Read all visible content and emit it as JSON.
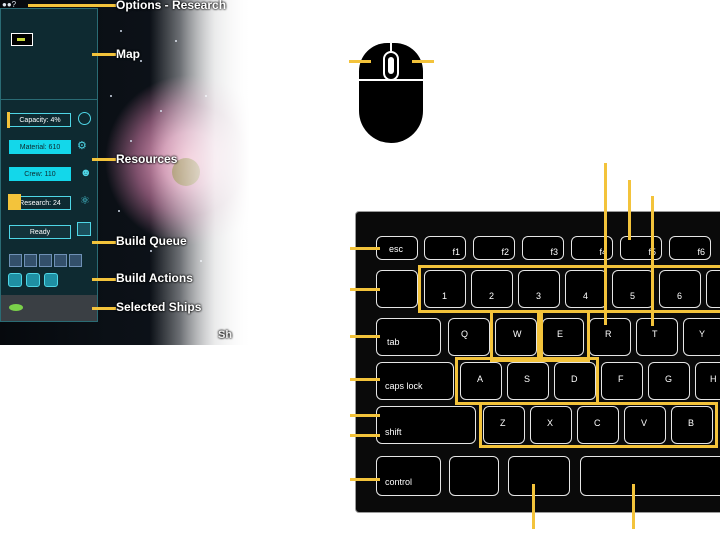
{
  "labels": {
    "options": "Options - Research",
    "map": "Map",
    "resources": "Resources",
    "build_queue": "Build Queue",
    "build_actions": "Build Actions",
    "selected_ships": "Selected Ships",
    "sh": "Sh"
  },
  "sidebar": {
    "capacity": "Capacity: 4%",
    "material": "Material: 610",
    "crew": "Crew: 110",
    "research": "Research: 24",
    "ready": "Ready"
  },
  "keyboard": {
    "esc": "esc",
    "f1": "f1",
    "f2": "f2",
    "f3": "f3",
    "f4": "f4",
    "f5": "f5",
    "f6": "f6",
    "n1": "1",
    "n2": "2",
    "n3": "3",
    "n4": "4",
    "n5": "5",
    "n6": "6",
    "tab": "tab",
    "q": "Q",
    "w": "W",
    "e": "E",
    "r": "R",
    "t": "T",
    "y": "Y",
    "caps": "caps lock",
    "a": "A",
    "s": "S",
    "d": "D",
    "f": "F",
    "g": "G",
    "h": "H",
    "shift": "shift",
    "z": "Z",
    "x": "X",
    "c": "C",
    "v": "V",
    "b": "B",
    "control": "control"
  },
  "colors": {
    "accent": "#f3c33b",
    "cyan": "#13d7ea",
    "panel": "#0e2a31"
  },
  "icons": [
    "user-icon",
    "help-icon",
    "mouse-icon"
  ]
}
